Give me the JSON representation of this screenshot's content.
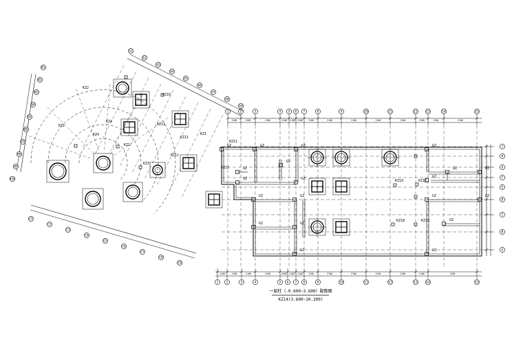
{
  "labels": {
    "kz_left": [
      "KZ2",
      "KZ10",
      "KZ1",
      "KZ4",
      "KZ11",
      "KZ4",
      "KZ1",
      "KZ11",
      "KZ3",
      "KZ11",
      "KZ1",
      "KZ11"
    ],
    "kz_right": [
      "KZ11",
      "KZ19",
      "KZ16",
      "KZ18",
      "KZ15"
    ],
    "gz": [
      "GZ",
      "GZ",
      "GZ",
      "GZ",
      "GZ",
      "GZ",
      "GZ",
      "GZ",
      "GZ",
      "GZ",
      "GZ",
      "GZ",
      "GZ",
      "GZ",
      "GZ",
      "GZ",
      "GZ",
      "GZ",
      "GZ",
      "GZ"
    ]
  },
  "axes": {
    "top": [
      "1",
      "2",
      "3",
      "4",
      "5",
      "6",
      "7",
      "8",
      "9",
      "10",
      "11",
      "12",
      "13",
      "14",
      "15"
    ],
    "bottom": [
      "1",
      "2",
      "3",
      "4",
      "5",
      "6",
      "7",
      "8",
      "9",
      "10",
      "11",
      "12",
      "13",
      "14",
      "15"
    ],
    "right": [
      "A",
      "B",
      "C",
      "D",
      "E",
      "F",
      "G",
      "H",
      "J"
    ],
    "rot_top": [
      "A1",
      "A2",
      "A3",
      "A4",
      "A5",
      "A6",
      "A7",
      "A8",
      "A9"
    ],
    "rot_left": [
      "B1",
      "B2",
      "B3",
      "B4",
      "B5",
      "B6",
      "B7",
      "B8",
      "B9",
      "B10"
    ],
    "rot_bottom": [
      "C1",
      "C2",
      "C3",
      "C4",
      "C5",
      "C6",
      "C7",
      "C8",
      "C9"
    ]
  },
  "captions": {
    "line1": "一层柱（-0.600~3.600）配筋图",
    "line2": "KZ14(3.600~10.200)"
  }
}
